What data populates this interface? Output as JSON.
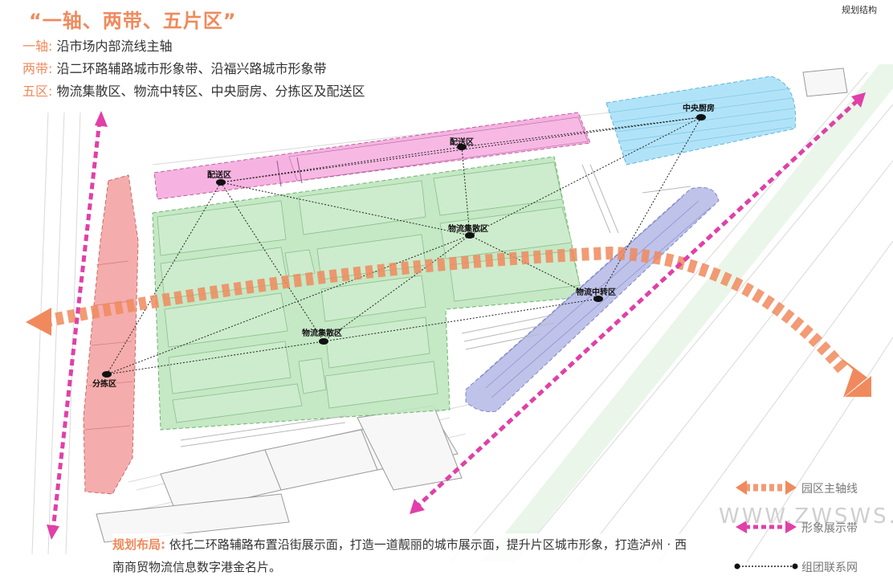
{
  "title": "“一轴、两带、五片区”",
  "tag": "规划结构",
  "axis": {
    "key": "一轴:",
    "text": "沿市场内部流线主轴"
  },
  "belts": {
    "key": "两带:",
    "text": "沿二环路辅路城市形象带、沿福兴路城市形象带"
  },
  "zones_line": {
    "key": "五区:",
    "text": "物流集散区、物流中转区、中央厨房、分拣区及配送区"
  },
  "zones": {
    "kitchen": "中央厨房",
    "delivery_top": "配送区",
    "delivery_left": "配送区",
    "collect_1": "物流集散区",
    "collect_2": "物流集散区",
    "transfer": "物流中转区",
    "sorting": "分拣区"
  },
  "description": {
    "key": "规划布局:",
    "text": "依托二环路辅路布置沿街展示面，打造一道靓丽的城市展示面，提升片区城市形象，打造泸州 · 西南商贸物流信息数字港金名片。"
  },
  "legend": {
    "main_axis": "园区主轴线",
    "image_belt": "形象展示带",
    "network": "组团联系网"
  },
  "watermark": "WWW.ZWSWS.CN",
  "colors": {
    "orange": "#f08a5d",
    "magenta": "#e040a8",
    "green": "#bfe5bf",
    "pink": "#f5a6dc",
    "blue": "#a8e0f7",
    "purple": "#b8bce8",
    "salmon": "#f4a3a3"
  }
}
